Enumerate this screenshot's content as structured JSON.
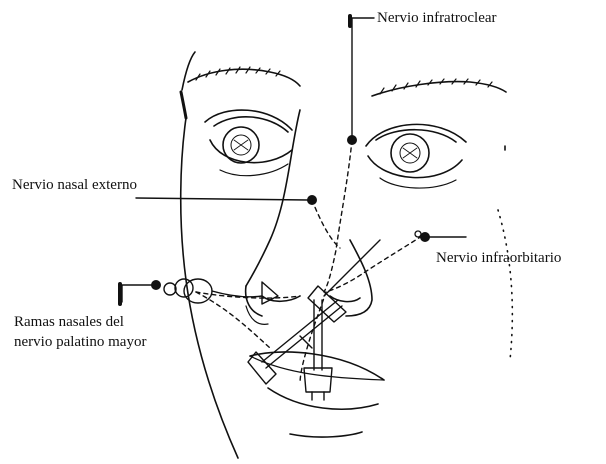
{
  "labels": {
    "infratroclear": "Nervio infratroclear",
    "nasal_externo": "Nervio nasal externo",
    "infraorbitario": "Nervio infraorbitario",
    "palatino_line1": "Ramas nasales del",
    "palatino_line2": "nervio palatino mayor"
  },
  "colors": {
    "ink": "#111111",
    "background": "#ffffff"
  }
}
